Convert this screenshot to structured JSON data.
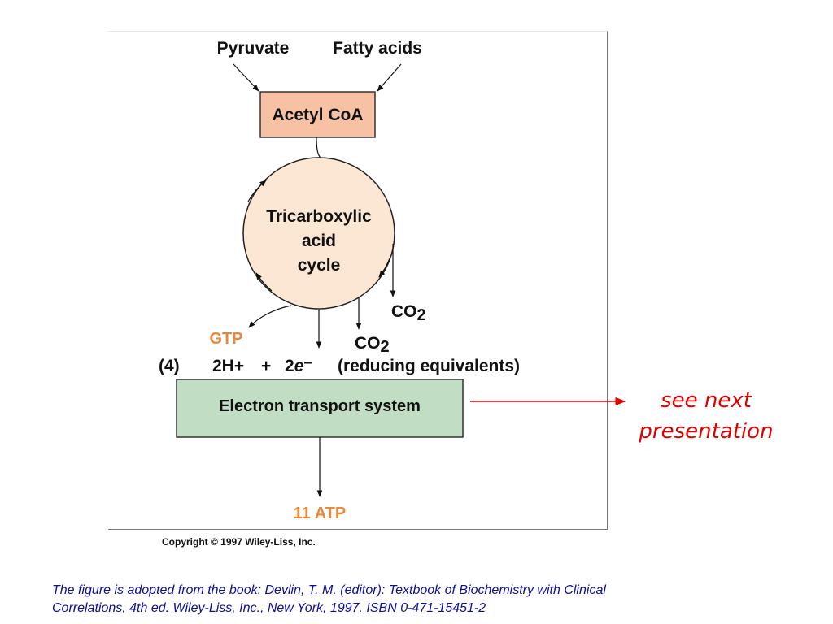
{
  "diagram": {
    "inputs": {
      "pyruvate": "Pyruvate",
      "fatty_acids": "Fatty acids"
    },
    "acetyl_coa": "Acetyl CoA",
    "tca_cycle": {
      "line1": "Tricarboxylic",
      "line2": "acid",
      "line3": "cycle"
    },
    "co2": {
      "base": "CO",
      "subscript": "2"
    },
    "gtp": "GTP",
    "reducing": {
      "count": "(4)",
      "protons": "2H+",
      "plus": "+",
      "electron_coef": "2",
      "electron_symbol": "e",
      "electron_charge": "–",
      "label": "(reducing equivalents)"
    },
    "electron_transport": "Electron transport system",
    "atp": "11 ATP",
    "copyright": "Copyright © 1997 Wiley-Liss, Inc."
  },
  "note": {
    "line1": "see next",
    "line2": "presentation"
  },
  "caption": {
    "line1": "The figure is adopted from the book: Devlin, T. M. (editor): Textbook of Biochemistry with Clinical",
    "line2": "Correlations, 4th ed. Wiley-Liss, Inc., New York, 1997. ISBN 0-471-15451-2"
  },
  "colors": {
    "acetyl_fill": "#f7c2a4",
    "cycle_fill": "#fbe7d3",
    "ets_fill": "#c1dec4",
    "orange_text": "#e88a3c",
    "note_red": "#e00000",
    "caption_blue": "#0d0d9e"
  }
}
